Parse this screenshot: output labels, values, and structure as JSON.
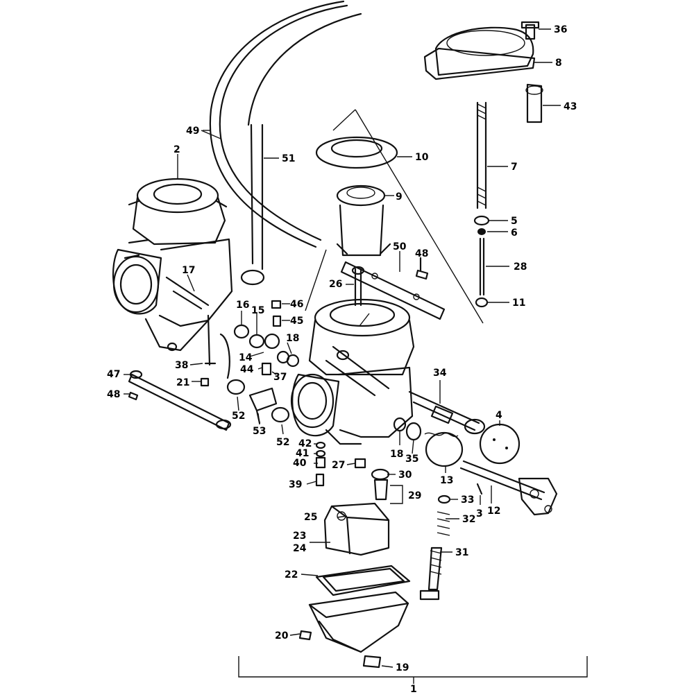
{
  "labels": {
    "p1": "1",
    "p2": "2",
    "p3": "3",
    "p4": "4",
    "p5": "5",
    "p6": "6",
    "p7": "7",
    "p8": "8",
    "p9": "9",
    "p10": "10",
    "p11": "11",
    "p12": "12",
    "p13": "13",
    "p14": "14",
    "p15": "15",
    "p16": "16",
    "p17": "17",
    "p18a": "18",
    "p18b": "18",
    "p19": "19",
    "p20": "20",
    "p21": "21",
    "p22": "22",
    "p23": "23",
    "p24": "24",
    "p25": "25",
    "p26": "26",
    "p27": "27",
    "p28": "28",
    "p29": "29",
    "p30": "30",
    "p31": "31",
    "p32": "32",
    "p33": "33",
    "p34": "34",
    "p35": "35",
    "p36": "36",
    "p37": "37",
    "p38": "38",
    "p39": "39",
    "p40": "40",
    "p41": "41",
    "p42": "42",
    "p43": "43",
    "p44": "44",
    "p45": "45",
    "p46": "46",
    "p47": "47",
    "p48a": "48",
    "p48b": "48",
    "p49": "49",
    "p50": "50",
    "p51": "51",
    "p52a": "52",
    "p52b": "52",
    "p53": "53"
  }
}
